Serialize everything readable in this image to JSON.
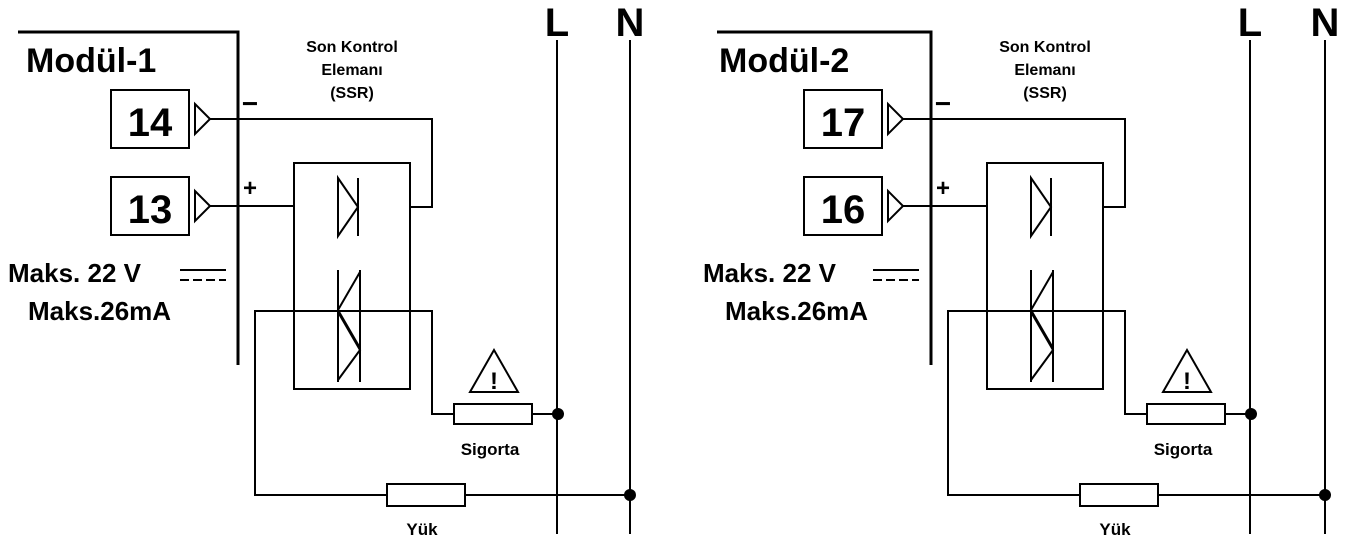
{
  "lines": {
    "L": "L",
    "N": "N"
  },
  "common": {
    "ssr_label": [
      "Son Kontrol",
      "Elemanı",
      "(SSR)"
    ],
    "minus": "−",
    "plus": "+",
    "max_voltage": "Maks. 22 V",
    "max_current": "Maks.26mA",
    "fuse_label": "Sigorta",
    "load_label": "Yük",
    "warning_mark": "!"
  },
  "modules": [
    {
      "title": "Modül-1",
      "terminal_minus": "14",
      "terminal_plus": "13"
    },
    {
      "title": "Modül-2",
      "terminal_minus": "17",
      "terminal_plus": "16"
    }
  ]
}
